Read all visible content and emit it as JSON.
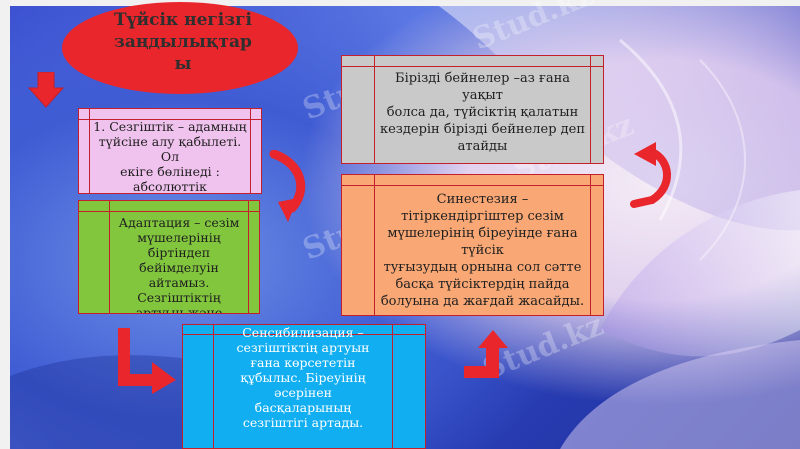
{
  "title": "Түйсік негізгі\nзаңдылықтар\nы",
  "watermark": "Stud.kz",
  "boxes": {
    "sensitivity": "1. Сезгіштік – адамның\nтүйсіне алу қабылеті. Ол\nекіге бөлінеді : абсолюттік\nжәне\nайырма.",
    "adaptation": "Адаптация – сезім\nмүшелерінің біртіндеп\nбейімделуін айтамыз.\nСезгіштіктің\nартуын және төмендеуін\nкөрсетіп отырады",
    "sensitization": "Сенсибилизация –\nсезгіштіктің артуын\nғана көрсететін\nқұбылыс. Біреуінің\nәсерінен\nбасқаларының\nсезгіштігі артады.",
    "series": "Бірізді бейнелер –аз ғана\nуақыт\nболса да, түйсіктің қалатын\nкездерін бірізді бейнелер деп\nатайды",
    "synesthesia": "Синестезия –\nтітіркендіргіштер сезім\nмүшелерінің біреуінде ғана\nтүйсік\nтуғызудың орнына сол сәтте\nбасқа түйсіктердің пайда\nболуына да жағдай жасайды."
  },
  "colors": {
    "title_oval": "#e8262c",
    "arrow": "#e8262c",
    "sensitivity_box": "#f0c2ee",
    "adaptation_box": "#82c63e",
    "sensitization_box": "#11aef1",
    "series_box": "#c9c9c9",
    "synesthesia_box": "#f8a775"
  },
  "icons": [
    "arrow-down-icon",
    "curved-arrow-icon",
    "l-arrow-icon",
    "turn-up-arrow-icon",
    "curved-arrow-left-icon"
  ]
}
